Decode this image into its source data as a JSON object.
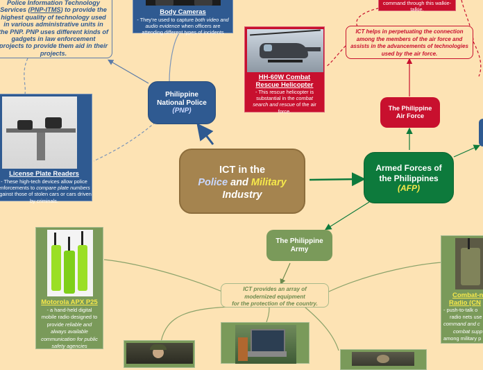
{
  "central": {
    "line1": "ICT in the",
    "word_police": "Police",
    "word_and": "and",
    "word_military": "Military",
    "line3": "Industry"
  },
  "pnp_note": {
    "line1": "Police Information Technology",
    "line2a": "Services (",
    "line2b": "PNP-ITMS",
    "line2c": ") to provide the",
    "line3": "highest quality of technology used",
    "line4": "in various administrative units in",
    "line5": "the PNP. PNP uses different kinds of",
    "line6": "gadgets in law enforcement",
    "line7": "projects to provide them aid in their",
    "line8": "projects."
  },
  "body_cameras": {
    "title": "Body Cameras",
    "desc_a": "- They're used to capture ",
    "desc_b": "both video and audio evidence",
    "desc_c": " when officers are attending different types of incidents"
  },
  "walkie_note": {
    "text": "command through this walkie-talkie."
  },
  "af_note": {
    "text": "ICT helps in perpetuating the connection among the members of the air force and assists in the advancements of technologies used by the air force."
  },
  "helicopter": {
    "title_line1": "HH-60W Combat",
    "title_line2": "Rescue Helicopter",
    "desc_a": "- This rescue helicopter is substantial in the ",
    "desc_b": "combat search and rescue",
    "desc_c": " of the air force."
  },
  "pnp": {
    "line1": "Philippine",
    "line2": "National Police",
    "abbr": "(PNP)"
  },
  "air_force": {
    "line1": "The Philippine",
    "line2": "Air Force"
  },
  "afp": {
    "line1": "Armed Forces of",
    "line2": "the Philippines",
    "abbr": "(AFP)"
  },
  "army": {
    "line1": "The Philippine",
    "line2": "Army"
  },
  "plate_readers": {
    "title": "License Plate Readers",
    "desc_line1": "- These high-tech devices allow police",
    "desc_line2a": "enforcements to ",
    "desc_line2b": "compare plate numbers",
    "desc_line3": "against those of stolen cars or cars driven",
    "desc_line4": "by criminals."
  },
  "army_note": {
    "line1": "ICT provides an array of",
    "line2": "modernized equipment",
    "line3": "for the protection of the country."
  },
  "motorola": {
    "title": "Motorola APX P25",
    "desc_a": "- a hand-held digital mobile radio designed to provide ",
    "desc_b": "reliable and always available communication for public safety agencies"
  },
  "cnr": {
    "title_line1": "Combat-n",
    "title_line2": "Radio (CN",
    "desc_line1": "- push-to-talk o",
    "desc_line2": "radio nets use",
    "desc_line3": "command and c",
    "desc_line4": "combat supp",
    "desc_line5": "among military p"
  },
  "colors": {
    "background": "#fde3b4",
    "central": "#a5844f",
    "pnp": "#2f5a91",
    "afp": "#0d7a3c",
    "air_force": "#c8102e",
    "army": "#7a9a5a",
    "police_word": "#c9d8ff",
    "military_word": "#f6e84b"
  }
}
